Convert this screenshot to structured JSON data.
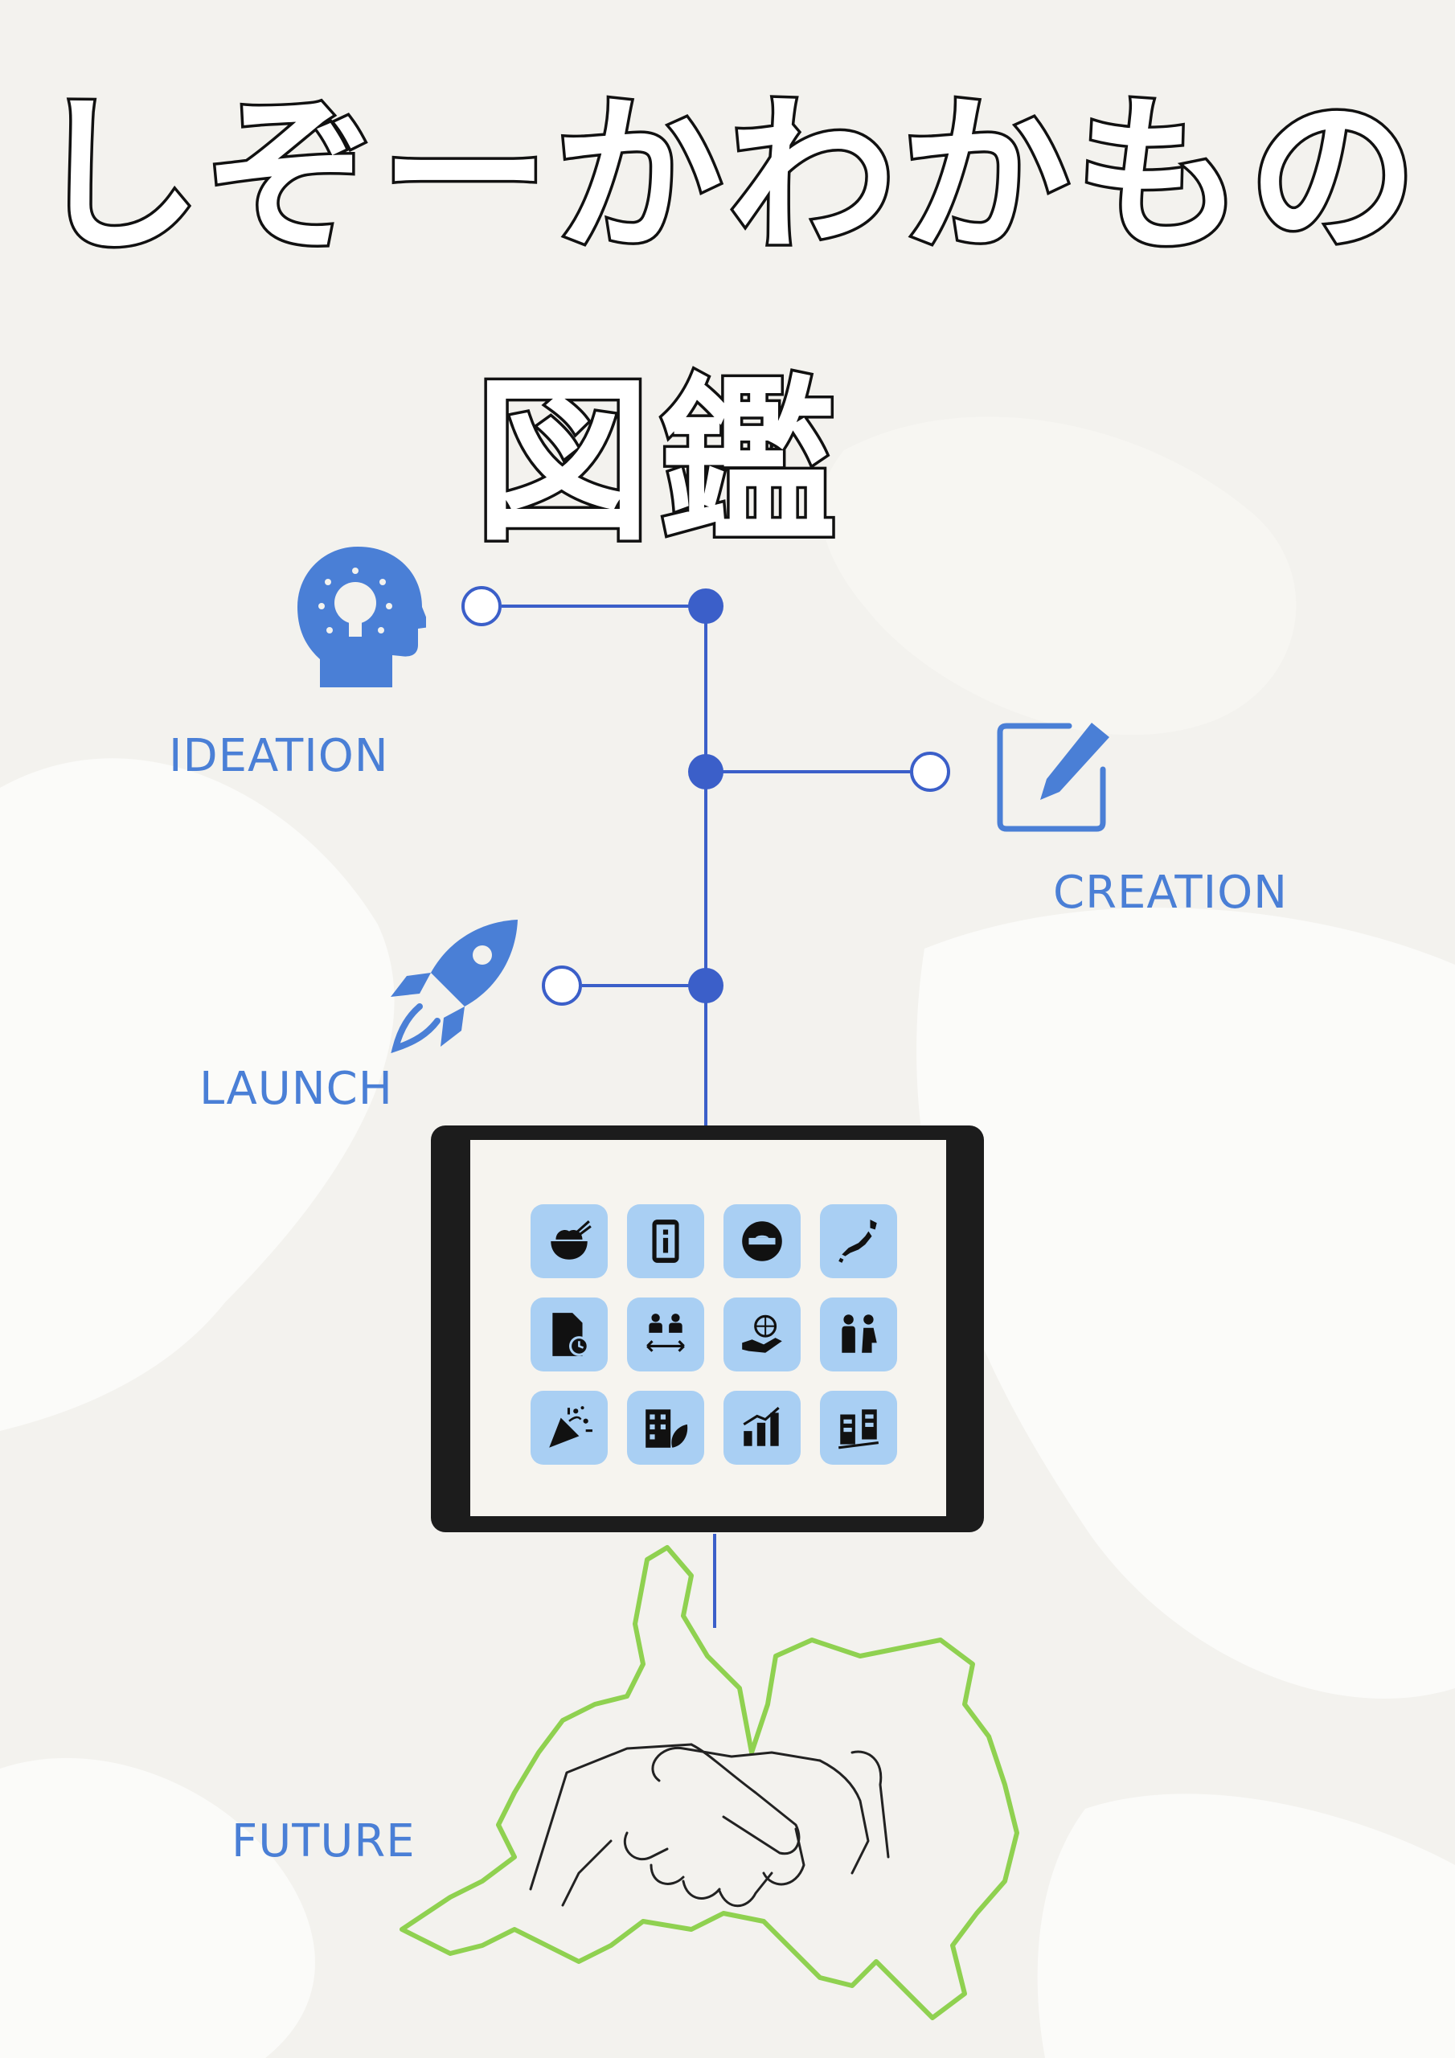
{
  "title": {
    "line1": "しぞーかわかもの",
    "line2": "図鑑"
  },
  "stages": [
    {
      "label": "IDEATION",
      "icon": "lightbulb-head-icon"
    },
    {
      "label": "CREATION",
      "icon": "edit-pencil-icon"
    },
    {
      "label": "LAUNCH",
      "icon": "rocket-icon"
    },
    {
      "label": "FUTURE",
      "icon": "handshake-map-icon"
    }
  ],
  "tablet_apps": [
    "rice-bowl-icon",
    "info-phone-icon",
    "mask-icon",
    "japan-map-icon",
    "document-clock-icon",
    "people-exchange-icon",
    "globe-hand-icon",
    "family-icon",
    "party-popper-icon",
    "building-leaf-icon",
    "bar-chart-icon",
    "kanji-icon"
  ],
  "colors": {
    "accent_blue": "#4a7fd6",
    "timeline_blue": "#3b5fc9",
    "app_tile": "#a9cff3",
    "map_green": "#8fd150",
    "background": "#f3f2ee"
  }
}
